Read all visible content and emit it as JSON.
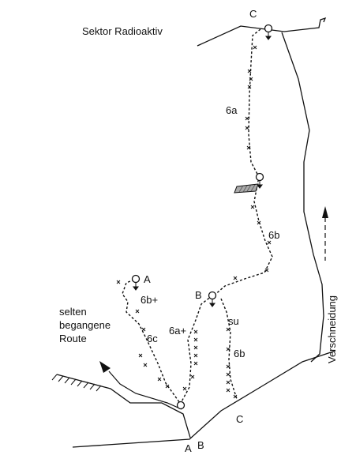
{
  "sector_title": "Sektor Radioaktiv",
  "labels": {
    "top_point": "C",
    "grade_6a_upper": "6a",
    "grade_6b_middle": "6b",
    "belay_A_left": "A",
    "grade_6b_plus": "6b+",
    "belay_B": "B",
    "grade_6a_plus": "6a+",
    "grade_6c": "6c",
    "grade_su": "su",
    "grade_6b_lower": "6b",
    "point_C_bottom": "C",
    "start_A": "A",
    "start_B": "B",
    "note_line1": "selten",
    "note_line2": "begangene",
    "note_line3": "Route",
    "verschneidung": "Verschneidung"
  }
}
